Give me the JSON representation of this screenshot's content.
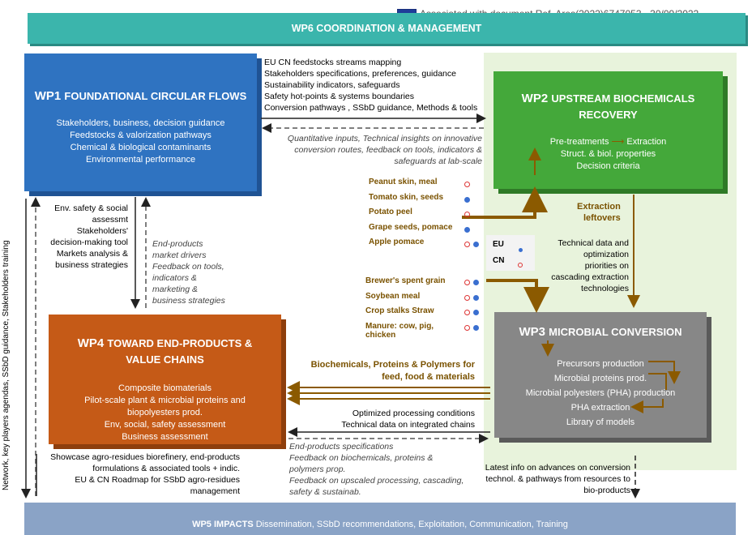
{
  "header": {
    "wp6": "WP6 COORDINATION & MANAGEMENT",
    "ares": "Associated with document Ref. Ares(2022)6747053 - 30/09/2022"
  },
  "wp1": {
    "title": "WP1",
    "subtitle": "FOUNDATIONAL CIRCULAR FLOWS",
    "lines": [
      "Stakeholders, business, decision guidance",
      "Feedstocks & valorization pathways",
      "Chemical & biological contaminants",
      "Environmental performance"
    ]
  },
  "wp2": {
    "title": "WP2",
    "subtitle_1": "UPSTREAM BIOCHEMICALS",
    "subtitle_2": "RECOVERY",
    "pretreat": "Pre-treatments",
    "extraction": "Extraction",
    "lines": [
      "Struct. & biol. properties",
      "Decision criteria"
    ]
  },
  "wp3": {
    "title": "WP3",
    "subtitle": "MICROBIAL CONVERSION",
    "lines": [
      "Precursors production",
      "Microbial proteins prod.",
      "Microbial polyesters (PHA) production",
      "PHA extraction",
      "Library of models"
    ]
  },
  "wp4": {
    "title": "WP4",
    "subtitle_1": "TOWARD END-PRODUCTS &",
    "subtitle_2": "VALUE CHAINS",
    "lines": [
      "Composite biomaterials",
      "Pilot-scale plant & microbial proteins and",
      "biopolyesters prod.",
      "Env, social, safety assessment",
      "Business assessment"
    ]
  },
  "wp5": {
    "title": "WP5 IMPACTS",
    "rest": "Dissemination, SSbD recommendations, Exploitation, Communication, Training"
  },
  "wp1_to_wp2": [
    "EU CN feedstocks streams mapping",
    "Stakeholders specifications, preferences, guidance",
    "Sustainability indicators, safeguards",
    "Safety hot-points & systems boundaries",
    "Conversion pathways , SSbD guidance, Methods & tools"
  ],
  "wp2_to_wp1": [
    "Quantitative inputs, Technical insights on innovative",
    "conversion routes, feedback on tools, indicators &",
    "safeguards at lab-scale"
  ],
  "feedstocks_wp2": [
    "Peanut skin, meal",
    "Tomato skin, seeds",
    "Potato peel",
    "Grape seeds, pomace",
    "Apple pomace"
  ],
  "feedstocks_wp3": [
    "Brewer's spent grain",
    "Soybean meal",
    "Crop stalks Straw",
    "Manure: cow, pig,",
    "chicken"
  ],
  "legend": {
    "eu": "EU",
    "cn": "CN"
  },
  "extraction_leftovers": [
    "Extraction",
    "leftovers"
  ],
  "tech_data": [
    "Technical data and",
    "optimization",
    "priorities  on",
    "cascading extraction",
    "technologies"
  ],
  "wp1_to_wp4": [
    "Env. safety & social",
    "assessmt",
    "Stakeholders'",
    "decision-making tool",
    "Markets analysis &",
    "business strategies"
  ],
  "wp4_to_wp1": [
    "End-products",
    "market drivers",
    "Feedback on tools,",
    "indicators &",
    "marketing &",
    "business strategies"
  ],
  "wp3_to_wp4_bold": [
    "Biochemicals, Proteins & Polymers for",
    "feed, food & materials"
  ],
  "wp3_to_wp4": [
    "Optimized processing conditions",
    "Technical data on integrated chains"
  ],
  "wp4_to_wp3": [
    "End-products specifications",
    "Feedback on biochemicals, proteins &",
    "polymers prop.",
    "Feedback on upscaled processing, cascading,",
    "safety & sustainab."
  ],
  "wp4_to_wp5": [
    "Showcase agro-residues biorefinery, end-products",
    "formulations & associated tools + indic.",
    "EU & CN Roadmap for SSbD agro-residues",
    "management"
  ],
  "wp3_to_wp5": [
    "Latest info on advances on conversion",
    "technol. & pathways from resources to",
    "bio-products"
  ],
  "side_vertical": "Network, key players agendas, SSbD guidance, Stakeholders training"
}
